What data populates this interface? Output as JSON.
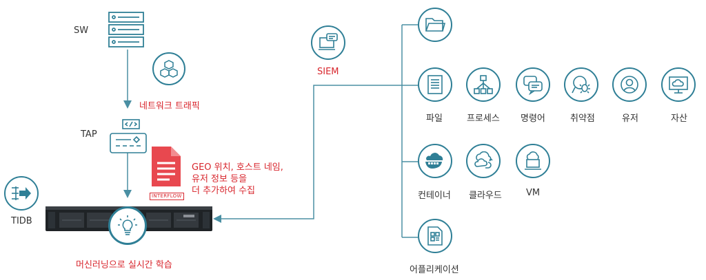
{
  "left": {
    "sw_label": "SW",
    "network_traffic_label": "네트워크 트래픽",
    "tap_label": "TAP",
    "tidb_label": "TIDB",
    "note_lines": [
      "GEO 위치, 호스트 네임,",
      "유저 정보 등을",
      "더 추가하여 수집"
    ],
    "doc_badge": "INTERFLOW",
    "ml_label": "머신러닝으로 실시간 학습"
  },
  "siem": {
    "label": "SIEM"
  },
  "sources": {
    "row1": [
      {
        "label": "파일",
        "icon": "file-icon"
      },
      {
        "label": "프로세스",
        "icon": "process-icon"
      },
      {
        "label": "명령어",
        "icon": "command-icon"
      },
      {
        "label": "취약점",
        "icon": "vulnerability-icon"
      },
      {
        "label": "유저",
        "icon": "user-icon"
      },
      {
        "label": "자산",
        "icon": "asset-icon"
      }
    ],
    "row2": [
      {
        "label": "컨테이너",
        "icon": "container-icon"
      },
      {
        "label": "클라우드",
        "icon": "cloud-icon"
      },
      {
        "label": "VM",
        "icon": "vm-icon"
      }
    ],
    "app_label": "어플리케이션"
  },
  "colors": {
    "accent": "#2f7f96",
    "highlight": "#d8262d",
    "line": "#4a8fa3"
  }
}
